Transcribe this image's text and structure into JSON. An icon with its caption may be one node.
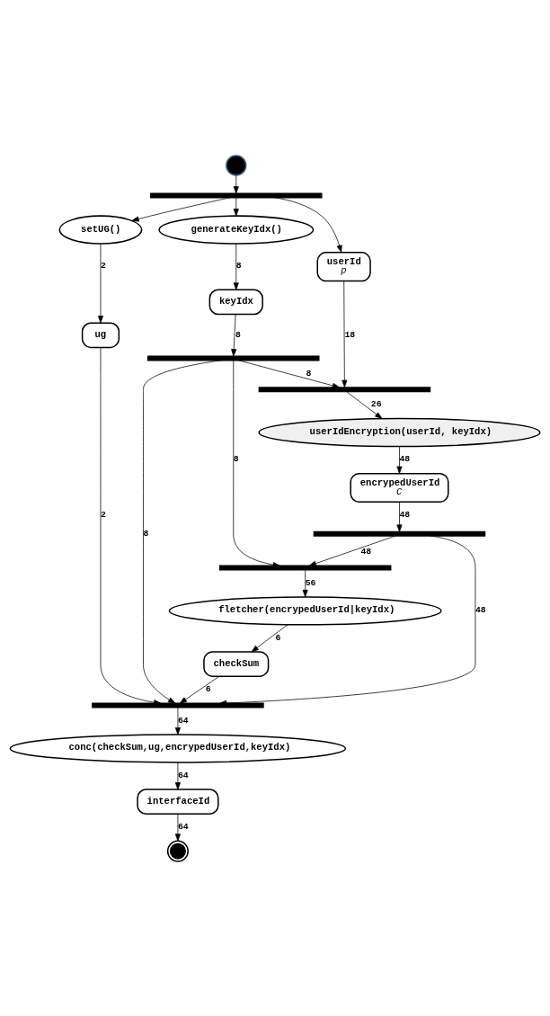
{
  "diagram": {
    "nodes": [
      {
        "text": [],
        "shape": "circle"
      },
      {
        "text": [],
        "shape": "bar"
      },
      {
        "text": [
          "userId",
          "p"
        ]
      },
      {
        "text": [
          "generateKeyIdx()"
        ]
      },
      {
        "text": [
          "setUG()"
        ]
      },
      {
        "text": [
          "keyIdx"
        ]
      },
      {
        "text": [
          "ug"
        ]
      },
      {
        "text": [],
        "shape": "bar"
      },
      {
        "text": [],
        "shape": "bar"
      },
      {
        "text": [
          "userIdEncryption(userId, keyIdx)"
        ]
      },
      {
        "text": [
          "encrypedUserId",
          "C"
        ]
      },
      {
        "text": [],
        "shape": "bar"
      },
      {
        "text": [],
        "shape": "bar"
      },
      {
        "text": [
          "fletcher(encrypedUserId|keyIdx)"
        ]
      },
      {
        "text": [
          "checkSum"
        ]
      },
      {
        "text": [],
        "shape": "bar"
      },
      {
        "text": [
          "conc(checkSum,ug,encrypedUserId,keyIdx)"
        ]
      },
      {
        "text": [
          "interfaceId"
        ]
      },
      {
        "text": [],
        "shape": "circle"
      }
    ],
    "edges": [
      {
        "from": 0,
        "to": 1,
        "arrow": "to"
      },
      {
        "from": 1,
        "to": 2,
        "arrow": "to"
      },
      {
        "from": 1,
        "to": 3,
        "arrow": "to"
      },
      {
        "from": 1,
        "to": 4,
        "arrow": "to"
      },
      {
        "from": 3,
        "to": 5,
        "arrow": "to",
        "label": "8"
      },
      {
        "from": 4,
        "to": 6,
        "arrow": "to",
        "label": "2"
      },
      {
        "from": 5,
        "to": 7,
        "arrow": "to",
        "label": "8"
      },
      {
        "from": 2,
        "to": 8,
        "arrow": "to",
        "label": "18"
      },
      {
        "from": 7,
        "to": 8,
        "arrow": "to",
        "label": "8"
      },
      {
        "from": 8,
        "to": 9,
        "arrow": "to",
        "label": "26"
      },
      {
        "from": 9,
        "to": 10,
        "arrow": "to",
        "label": "48"
      },
      {
        "from": 10,
        "to": 11,
        "arrow": "to",
        "label": "48"
      },
      {
        "from": 11,
        "to": 12,
        "arrow": "to",
        "label": "48"
      },
      {
        "from": 7,
        "to": 12,
        "arrow": "to",
        "label": "8"
      },
      {
        "from": 12,
        "to": 13,
        "arrow": "to",
        "label": "56"
      },
      {
        "from": 13,
        "to": 14,
        "arrow": "to",
        "label": "6"
      },
      {
        "from": 11,
        "to": 15,
        "arrow": "to",
        "label": "48"
      },
      {
        "from": 14,
        "to": 15,
        "arrow": "to",
        "label": "6"
      },
      {
        "from": 7,
        "to": 15,
        "arrow": "to",
        "label": "8"
      },
      {
        "from": 6,
        "to": 15,
        "arrow": "to",
        "label": "2"
      },
      {
        "from": 15,
        "to": 16,
        "arrow": "to",
        "label": "64"
      },
      {
        "from": 16,
        "to": 17,
        "arrow": "to",
        "label": "64"
      },
      {
        "from": 17,
        "to": 18,
        "arrow": "to",
        "label": "64"
      }
    ]
  }
}
